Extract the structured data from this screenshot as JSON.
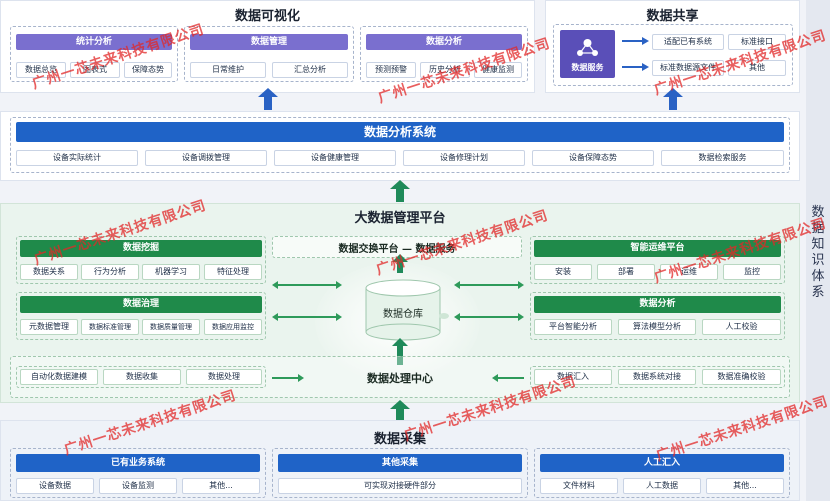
{
  "visualization": {
    "title": "数据可视化",
    "groups": [
      {
        "title": "统计分析",
        "items": [
          "数据总览",
          "图表式",
          "保障态势"
        ]
      },
      {
        "title": "数据管理",
        "items": [
          "日常维护",
          "汇总分析"
        ]
      },
      {
        "title": "数据分析",
        "items": [
          "预测预警",
          "历史分析",
          "健康监测"
        ]
      }
    ]
  },
  "sharing": {
    "title": "数据共享",
    "service": "数据服务",
    "items": [
      "适配已有系统",
      "标准接口",
      "标准数据源文件",
      "其他"
    ]
  },
  "analysis_system": {
    "title": "数据分析系统",
    "items": [
      "设备实际统计",
      "设备调拨管理",
      "设备健康管理",
      "设备修理计划",
      "设备保障态势",
      "数据检索服务"
    ]
  },
  "platform": {
    "title": "大数据管理平台",
    "mining": {
      "title": "数据挖掘",
      "items": [
        "数据关系",
        "行为分析",
        "机器学习",
        "特征处理"
      ]
    },
    "governance": {
      "title": "数据治理",
      "items": [
        "元数据管理",
        "数据标准管理",
        "数据质量管理",
        "数据应用监控"
      ]
    },
    "exchange": "数据交换平台 — 数据服务",
    "warehouse": "数据仓库",
    "ops": {
      "title": "智能运维平台",
      "items": [
        "安装",
        "部署",
        "运维",
        "监控"
      ]
    },
    "analysis": {
      "title": "数据分析",
      "items": [
        "平台智能分析",
        "算法模型分析",
        "人工校验"
      ]
    },
    "processing": {
      "title": "数据处理中心",
      "left": [
        "自动化数据建模",
        "数据收集",
        "数据处理"
      ],
      "right": [
        "数据汇入",
        "数据系统对接",
        "数据准确校验"
      ]
    }
  },
  "collection": {
    "title": "数据采集",
    "groups": [
      {
        "title": "已有业务系统",
        "items": [
          "设备数据",
          "设备监测",
          "其他..."
        ]
      },
      {
        "title": "其他采集",
        "items": [
          "可实现对接硬件部分"
        ]
      },
      {
        "title": "人工汇入",
        "items": [
          "文件材料",
          "人工数据",
          "其他..."
        ]
      }
    ]
  },
  "side_label": "数据知识体系",
  "watermark": "广州一芯未来科技有限公司",
  "colors": {
    "blue": "#1f63c7",
    "green": "#1f8a4a",
    "purple": "#7a6fcf",
    "arrow_blue": "#2a62c4",
    "arrow_green": "#1f8a5a"
  }
}
